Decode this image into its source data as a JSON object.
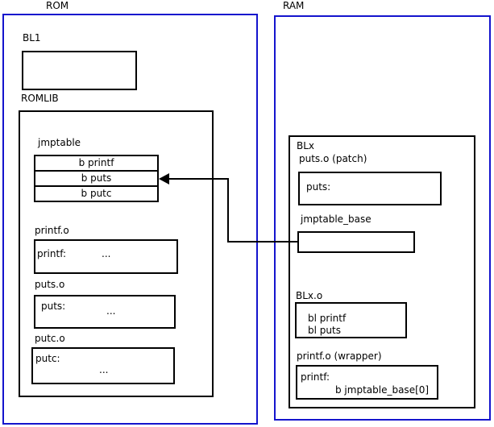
{
  "rom": {
    "title": "ROM",
    "bl1_label": "BL1",
    "romlib_label": "ROMLIB",
    "jmptable": {
      "label": "jmptable",
      "rows": [
        "b printf",
        "b puts",
        "b putc"
      ]
    },
    "objects": [
      {
        "label": "printf.o",
        "symbol": "printf:",
        "body": "..."
      },
      {
        "label": "puts.o",
        "symbol": "puts:",
        "body": "..."
      },
      {
        "label": "putc.o",
        "symbol": "putc:",
        "body": "..."
      }
    ]
  },
  "ram": {
    "title": "RAM",
    "blx_label": "BLx",
    "puts_patch": {
      "label": "puts.o (patch)",
      "symbol": "puts:"
    },
    "jmptable_base_label": "jmptable_base",
    "blx_o": {
      "label": "BLx.o",
      "instructions": [
        "bl printf",
        "bl puts"
      ]
    },
    "printf_wrapper": {
      "label": "printf.o (wrapper)",
      "symbol": "printf:",
      "instruction": "b jmptable_base[0]"
    }
  },
  "connector": {
    "from": "jmptable_base",
    "to": "b puts"
  },
  "colors": {
    "frame_blue": "#1414cd",
    "line_black": "#000000",
    "background": "#ffffff"
  }
}
